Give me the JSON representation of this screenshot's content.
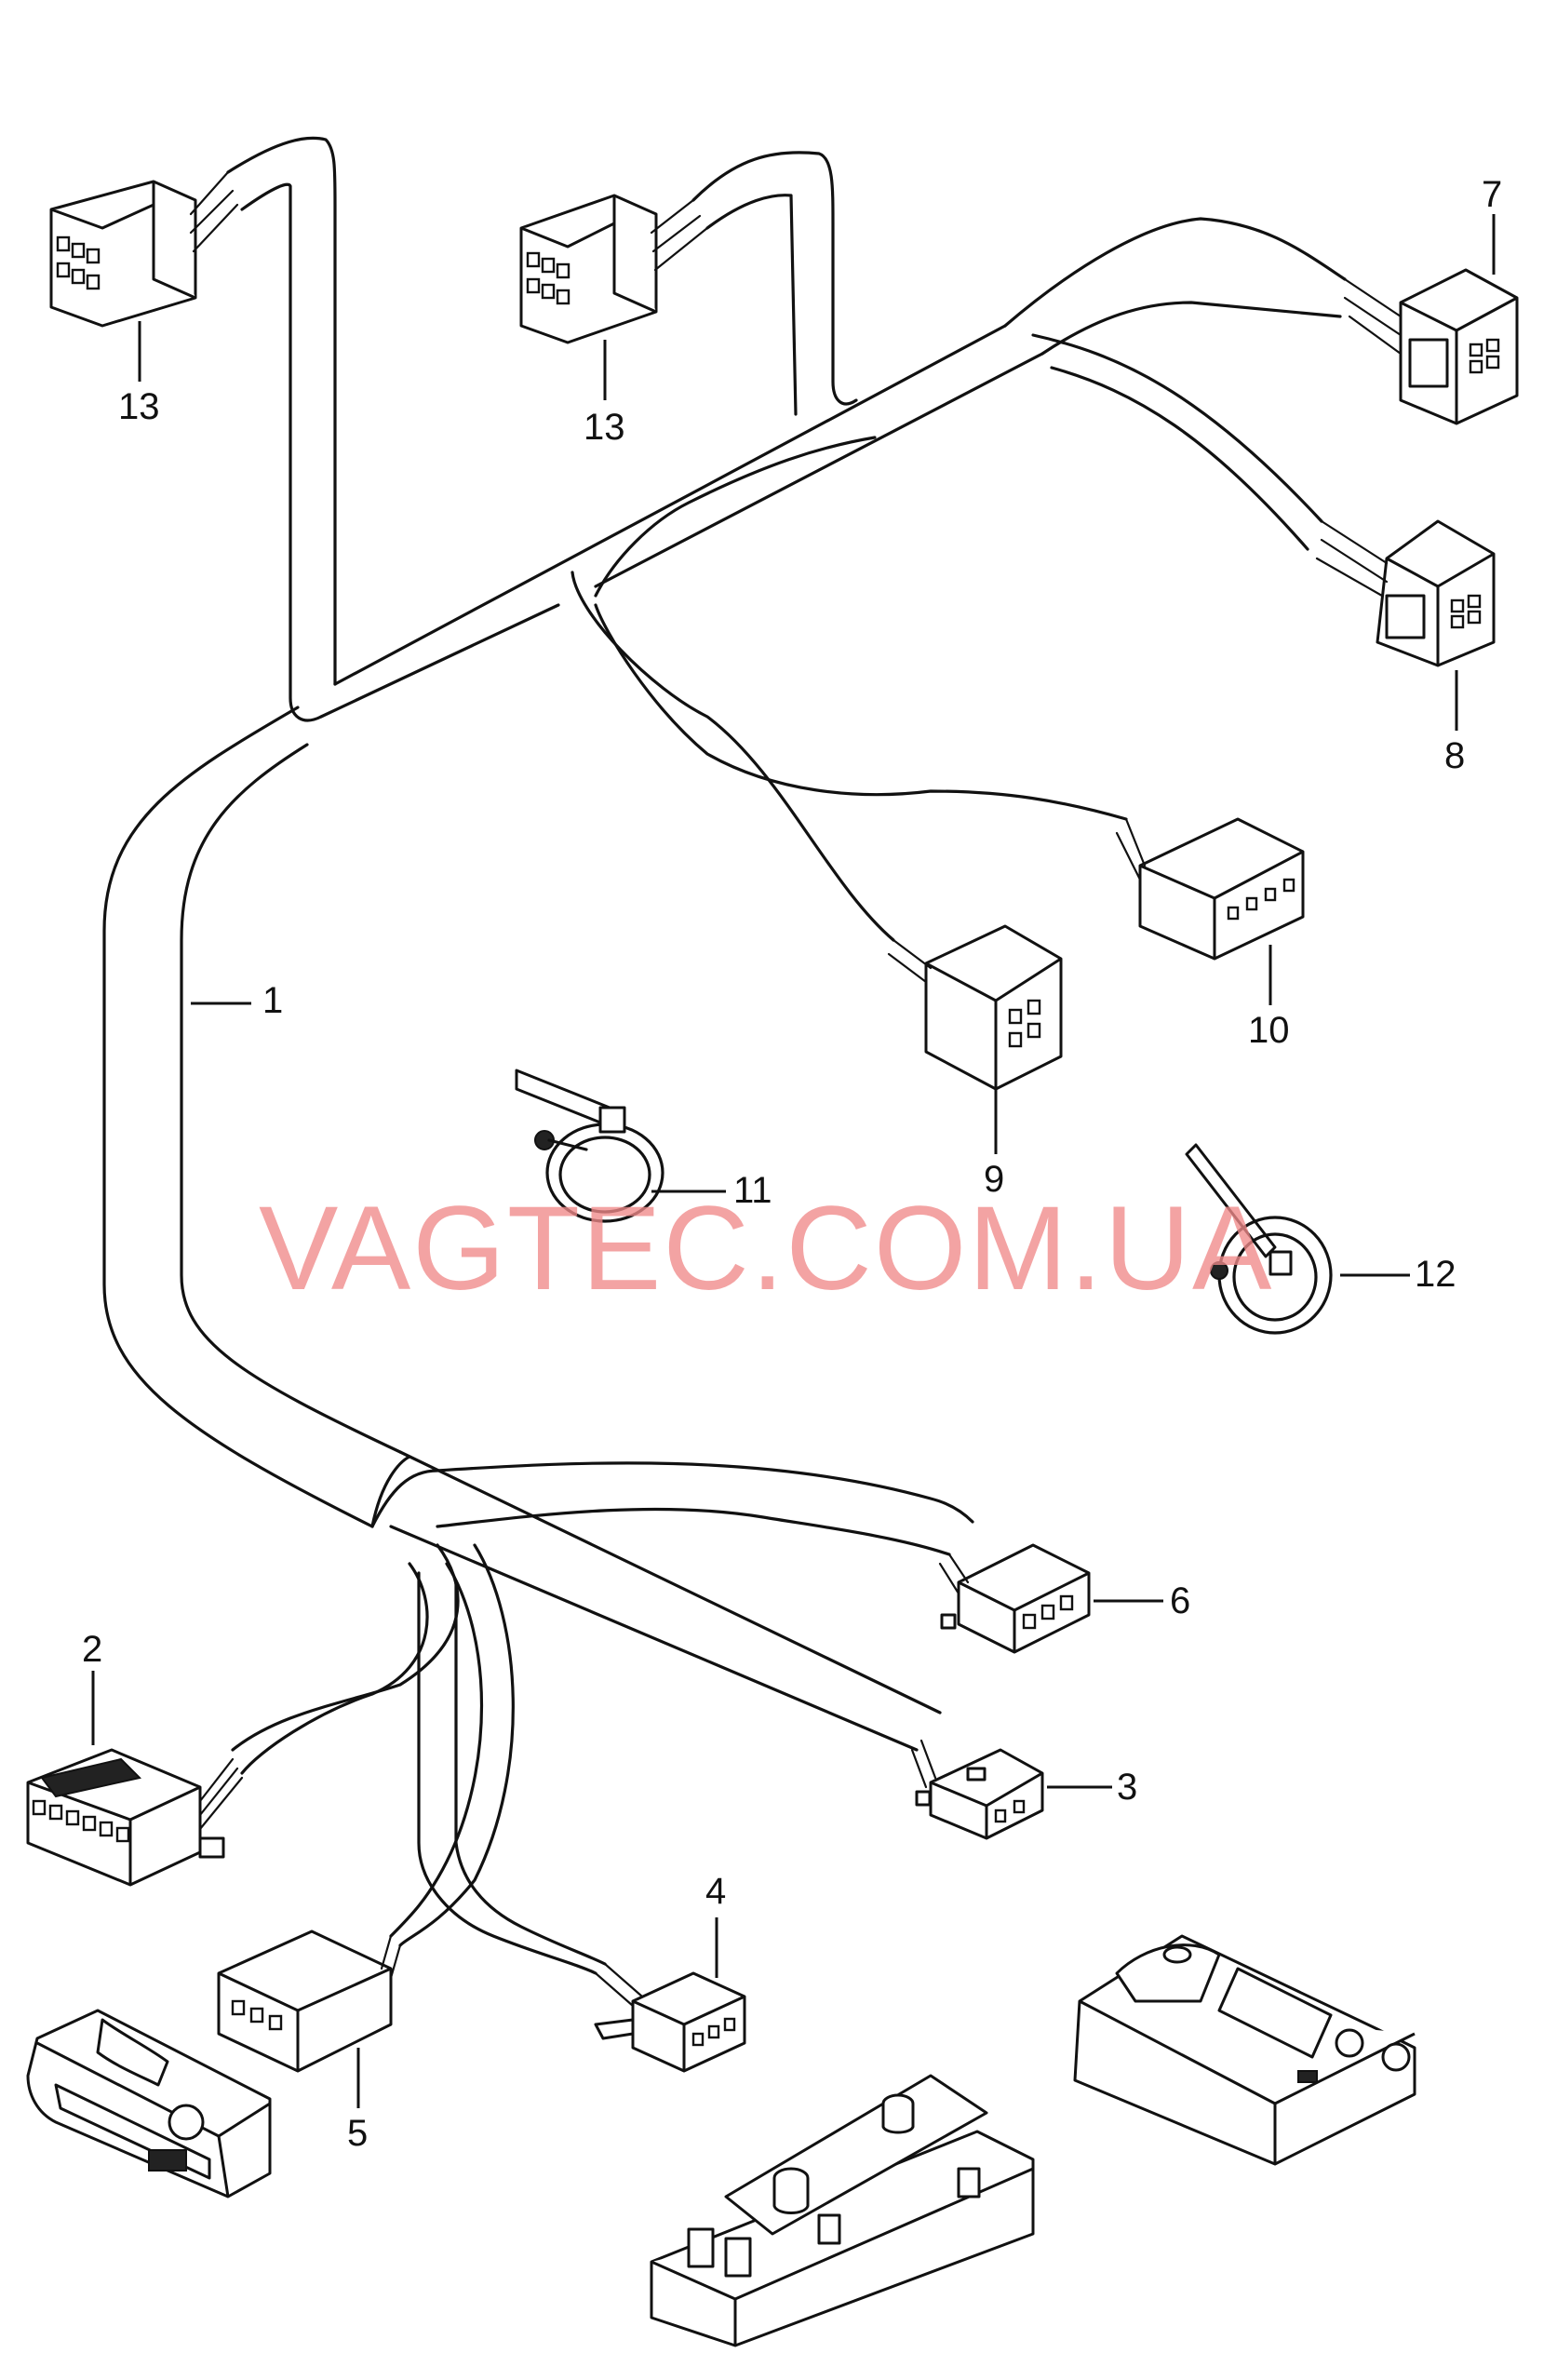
{
  "callouts": {
    "c1": "1",
    "c2": "2",
    "c3": "3",
    "c4": "4",
    "c5": "5",
    "c6": "6",
    "c7": "7",
    "c8": "8",
    "c9": "9",
    "c10": "10",
    "c11": "11",
    "c12": "12",
    "c13a": "13",
    "c13b": "13"
  },
  "watermark": "VAGTEC.COM.UA"
}
